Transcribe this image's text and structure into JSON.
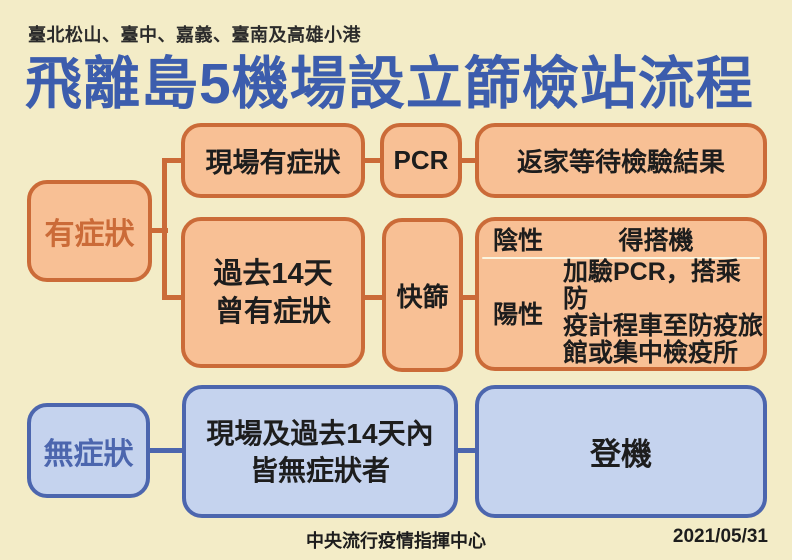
{
  "header": {
    "subtitle": "臺北松山、臺中、嘉義、臺南及高雄小港",
    "title": "飛離島5機場設立篩檢站流程"
  },
  "colors": {
    "background": "#f3ecc7",
    "orange_fill": "#f8c095",
    "orange_border": "#cb6b38",
    "blue_fill": "#c5d3ee",
    "blue_border": "#4c66ae",
    "title_text": "#3c5dad",
    "divider": "#fbf5e0",
    "text": "#1d1d1d"
  },
  "flow": {
    "symptomatic": {
      "label": "有症狀",
      "onsite_condition": "現場有症狀",
      "onsite_test": "PCR",
      "onsite_result": "返家等待檢驗結果",
      "past14_line1": "過去14天",
      "past14_line2": "曾有症狀",
      "past14_test": "快篩",
      "negative_label": "陰性",
      "negative_result": "得搭機",
      "positive_label": "陽性",
      "positive_line1": "加驗PCR，搭乘防",
      "positive_line2": "疫計程車至防疫旅",
      "positive_line3": "館或集中檢疫所"
    },
    "asymptomatic": {
      "label": "無症狀",
      "condition_line1": "現場及過去14天內",
      "condition_line2": "皆無症狀者",
      "result": "登機"
    }
  },
  "footer": {
    "organization": "中央流行疫情指揮中心",
    "date": "2021/05/31"
  }
}
